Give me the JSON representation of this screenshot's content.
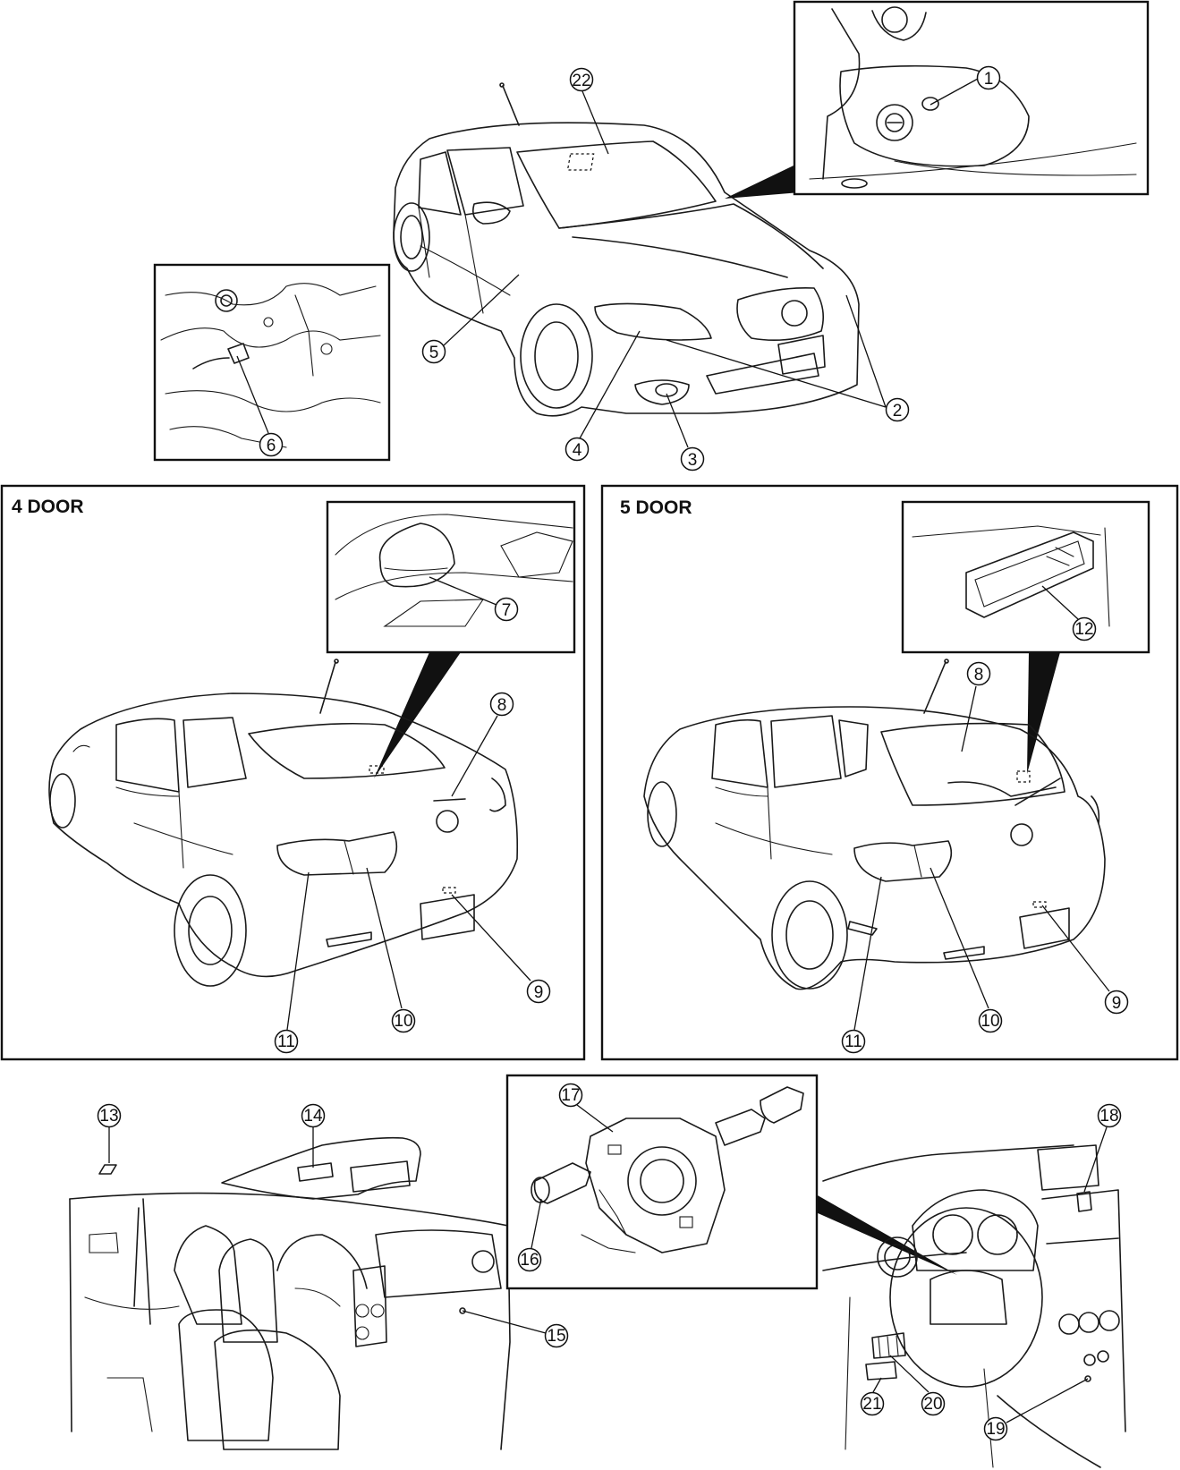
{
  "panels": {
    "four_door_title": "4 DOOR",
    "five_door_title": "5 DOOR"
  },
  "callouts": {
    "c1": "1",
    "c2": "2",
    "c3": "3",
    "c4": "4",
    "c5": "5",
    "c6": "6",
    "c7": "7",
    "c8a": "8",
    "c9a": "9",
    "c10a": "10",
    "c11a": "11",
    "c8b": "8",
    "c9b": "9",
    "c10b": "10",
    "c11b": "11",
    "c12": "12",
    "c13": "13",
    "c14": "14",
    "c15": "15",
    "c16": "16",
    "c17": "17",
    "c18": "18",
    "c19": "19",
    "c20": "20",
    "c21": "21",
    "c22": "22"
  }
}
